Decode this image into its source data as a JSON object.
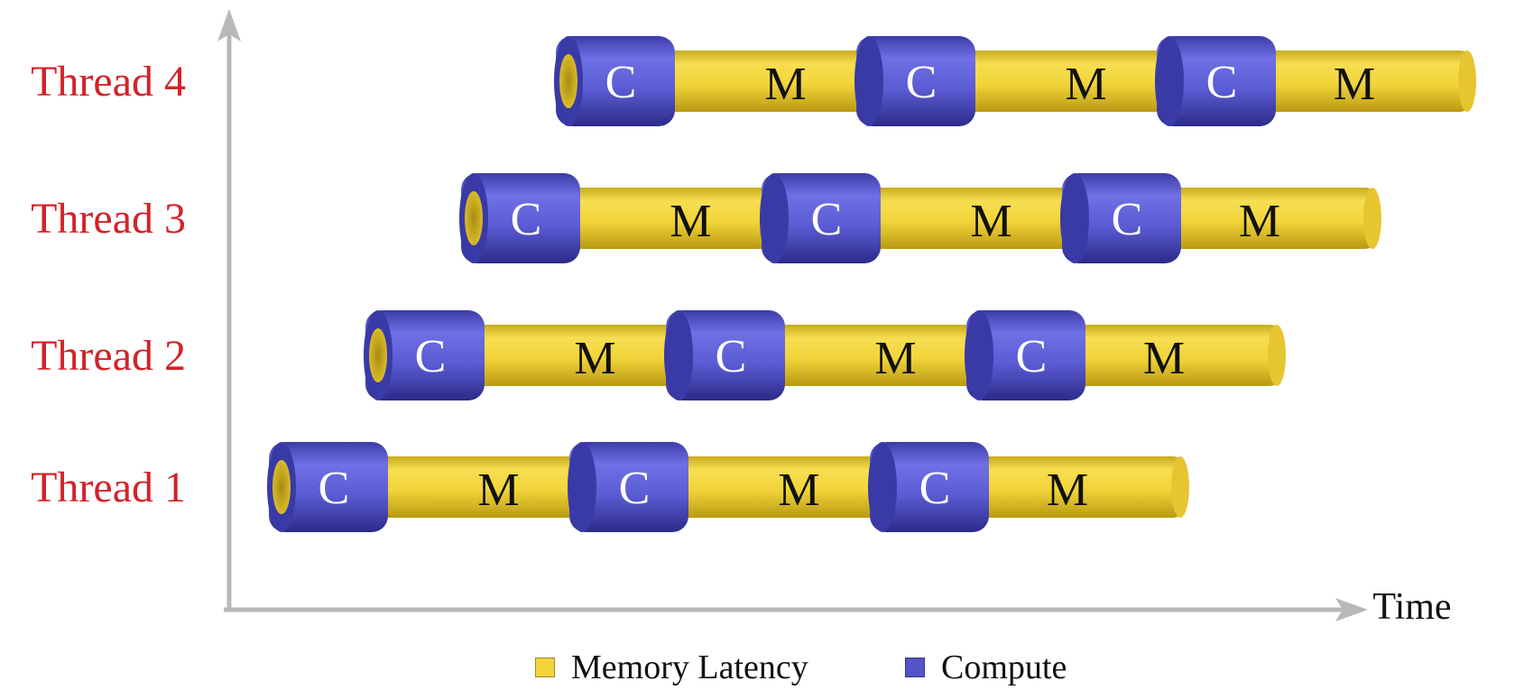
{
  "threads": [
    {
      "label": "Thread 4",
      "segments": [
        "C",
        "M",
        "C",
        "M",
        "C",
        "M"
      ]
    },
    {
      "label": "Thread 3",
      "segments": [
        "C",
        "M",
        "C",
        "M",
        "C",
        "M"
      ]
    },
    {
      "label": "Thread 2",
      "segments": [
        "C",
        "M",
        "C",
        "M",
        "C",
        "M"
      ]
    },
    {
      "label": "Thread 1",
      "segments": [
        "C",
        "M",
        "C",
        "M",
        "C",
        "M"
      ]
    }
  ],
  "x_axis_label": "Time",
  "legend": [
    {
      "label": "Memory Latency",
      "color": "#f2d43a"
    },
    {
      "label": "Compute",
      "color": "#5454c8"
    }
  ],
  "colors": {
    "label": "#d2232a",
    "memory": "#f2d43a",
    "memory_shade": "#b99a12",
    "compute": "#5a5ad2",
    "compute_shade": "#2b2b88",
    "axis": "#b8b8b8"
  }
}
